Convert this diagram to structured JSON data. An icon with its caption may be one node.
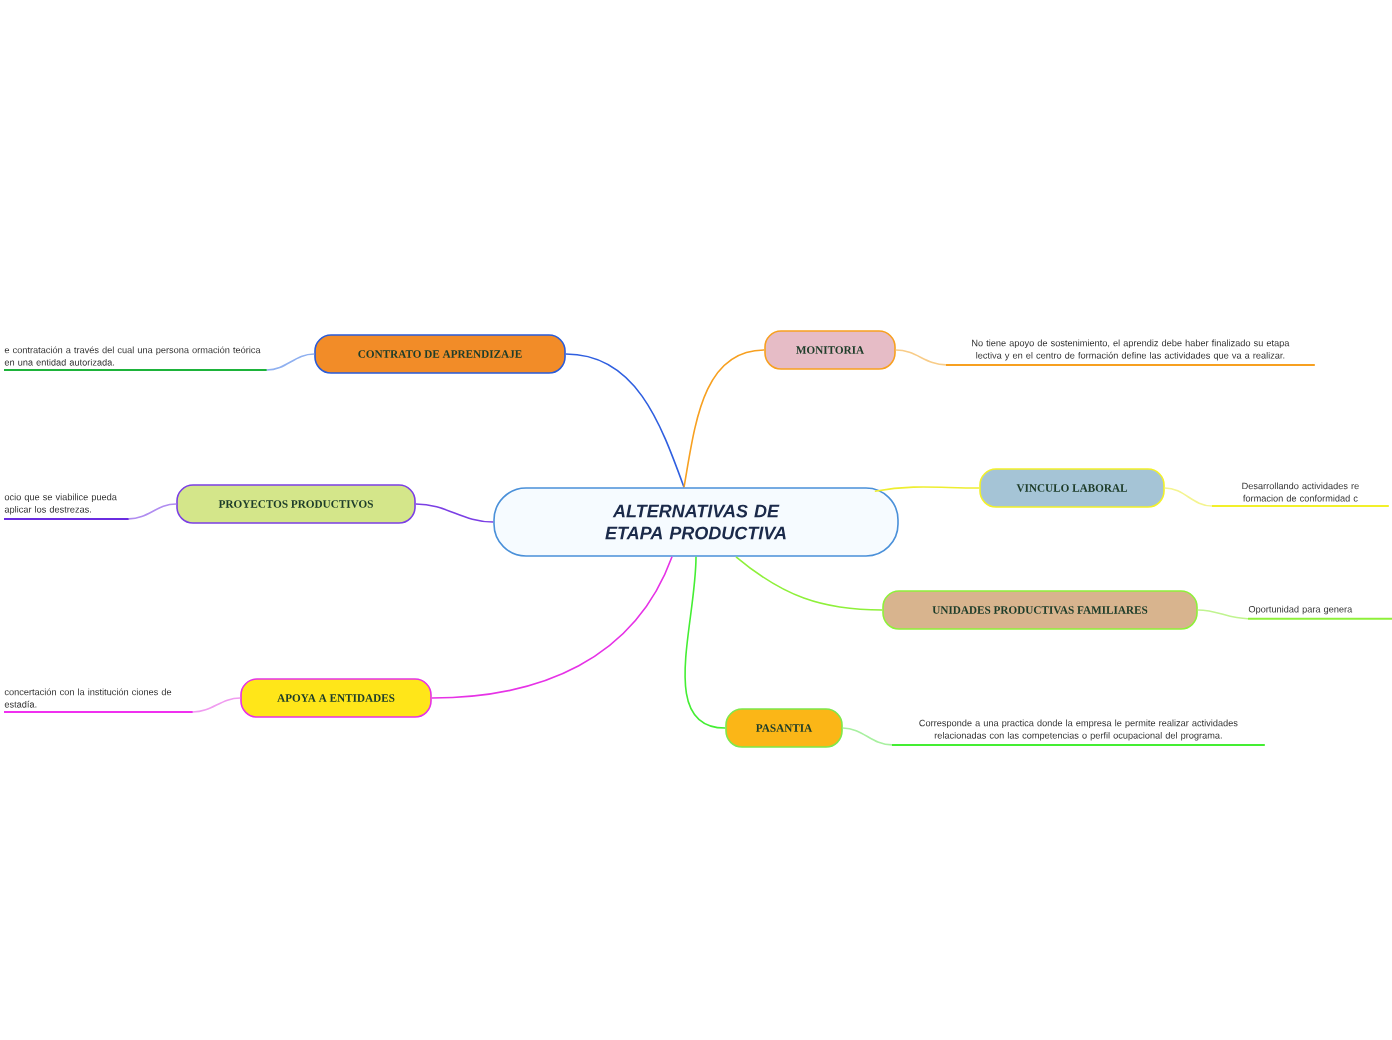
{
  "diagram": {
    "nodes": [
      {
        "text": [
          "ALTERNATIVAS DE ETAPA PRODUCTIVA"
        ]
      },
      {
        "text": [
          "CONTRATO DE APRENDIZAJE"
        ]
      },
      {
        "text": [
          "e contratación a través del cual una persona ormación teórica en una entidad autorizada."
        ]
      },
      {
        "text": [
          "PROYECTOS PRODUCTIVOS"
        ]
      },
      {
        "text": [
          "ocio que se viabilice pueda aplicar los destrezas."
        ]
      },
      {
        "text": [
          "APOYA A ENTIDADES"
        ]
      },
      {
        "text": [
          "concertación con la institución ciones de estadía."
        ]
      },
      {
        "text": [
          "MONITORIA"
        ]
      },
      {
        "text": [
          "No tiene apoyo de sostenimiento, el aprendiz debe haber finalizado su etapa lectiva y en el centro de formación define las actividades que va a realizar."
        ]
      },
      {
        "text": [
          "VINCULO LABORAL"
        ]
      },
      {
        "text": [
          "Desarrollando actividades re formacion de conformidad c"
        ]
      },
      {
        "text": [
          "UNIDADES PRODUCTIVAS FAMILIARES"
        ]
      },
      {
        "text": [
          "Oportunidad para genera"
        ]
      },
      {
        "text": [
          "PASANTIA"
        ]
      },
      {
        "text": [
          "Corresponde a una practica donde la empresa le permite realizar actividades relacionadas con las competencias o perfil ocupacional del programa."
        ]
      }
    ],
    "edges": [
      {
        "from": 0,
        "to": 1,
        "arrow": "none",
        "color": "#2f5fe0"
      },
      {
        "from": 1,
        "to": 2,
        "arrow": "none",
        "color": "#8fb0f0"
      },
      {
        "from": 0,
        "to": 3,
        "arrow": "none",
        "color": "#7b3fe4"
      },
      {
        "from": 3,
        "to": 4,
        "arrow": "none",
        "color": "#b08cf0"
      },
      {
        "from": 0,
        "to": 5,
        "arrow": "none",
        "color": "#e632e6"
      },
      {
        "from": 5,
        "to": 6,
        "arrow": "none",
        "color": "#f09cf0"
      },
      {
        "from": 0,
        "to": 7,
        "arrow": "none",
        "color": "#f7a020"
      },
      {
        "from": 7,
        "to": 8,
        "arrow": "none",
        "color": "#f8cc88"
      },
      {
        "from": 0,
        "to": 9,
        "arrow": "none",
        "color": "#eeee30"
      },
      {
        "from": 9,
        "to": 10,
        "arrow": "none",
        "color": "#f4f490"
      },
      {
        "from": 0,
        "to": 11,
        "arrow": "none",
        "color": "#8ef03a"
      },
      {
        "from": 11,
        "to": 12,
        "arrow": "none",
        "color": "#c0f490"
      },
      {
        "from": 0,
        "to": 13,
        "arrow": "none",
        "color": "#44ee33"
      },
      {
        "from": 13,
        "to": 14,
        "arrow": "none",
        "color": "#a8f0a0"
      }
    ]
  }
}
